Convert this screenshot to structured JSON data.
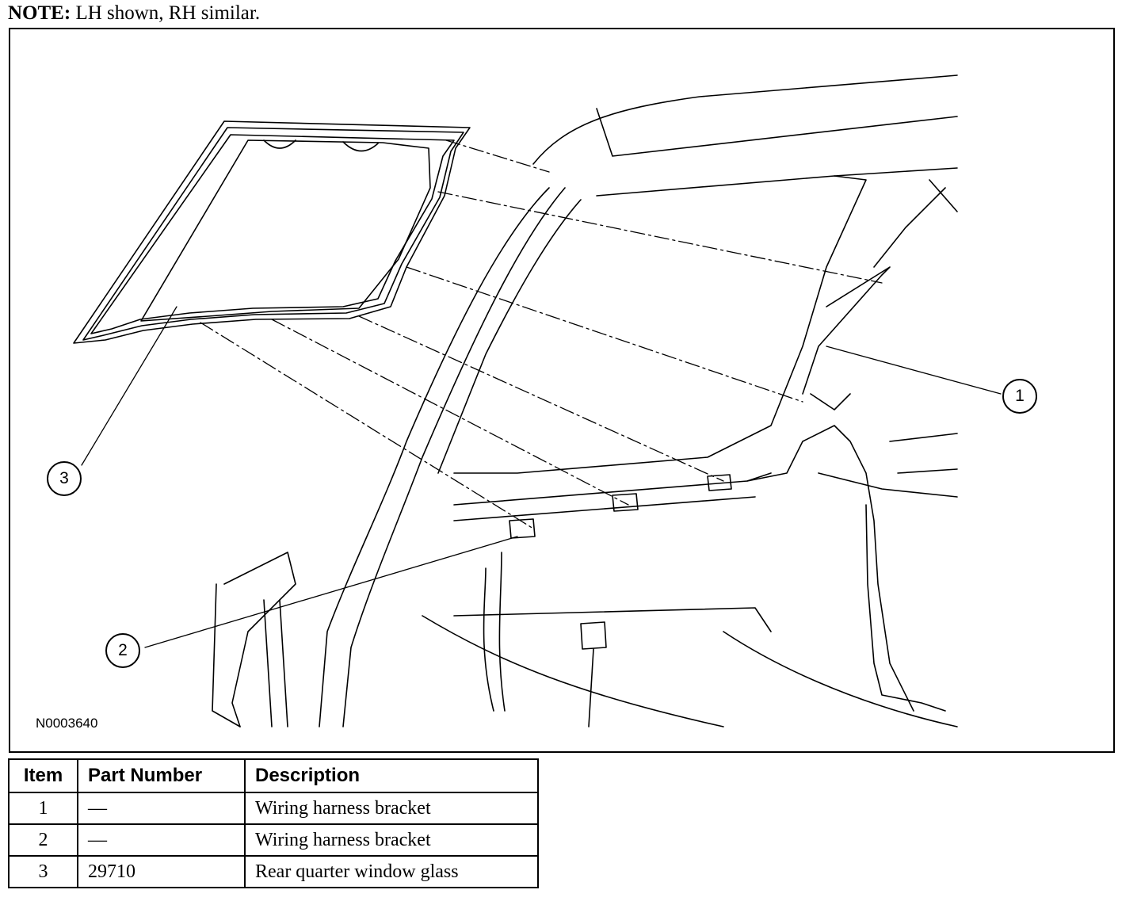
{
  "note": {
    "label": "NOTE:",
    "text": " LH shown, RH similar."
  },
  "figure": {
    "code": "N0003640",
    "callouts": [
      "1",
      "2",
      "3"
    ],
    "subject": "rear quarter window glass removal illustration"
  },
  "table": {
    "headers": [
      "Item",
      "Part Number",
      "Description"
    ],
    "rows": [
      [
        "1",
        "—",
        "Wiring harness bracket"
      ],
      [
        "2",
        "—",
        "Wiring harness bracket"
      ],
      [
        "3",
        "29710",
        "Rear quarter window glass"
      ]
    ]
  }
}
